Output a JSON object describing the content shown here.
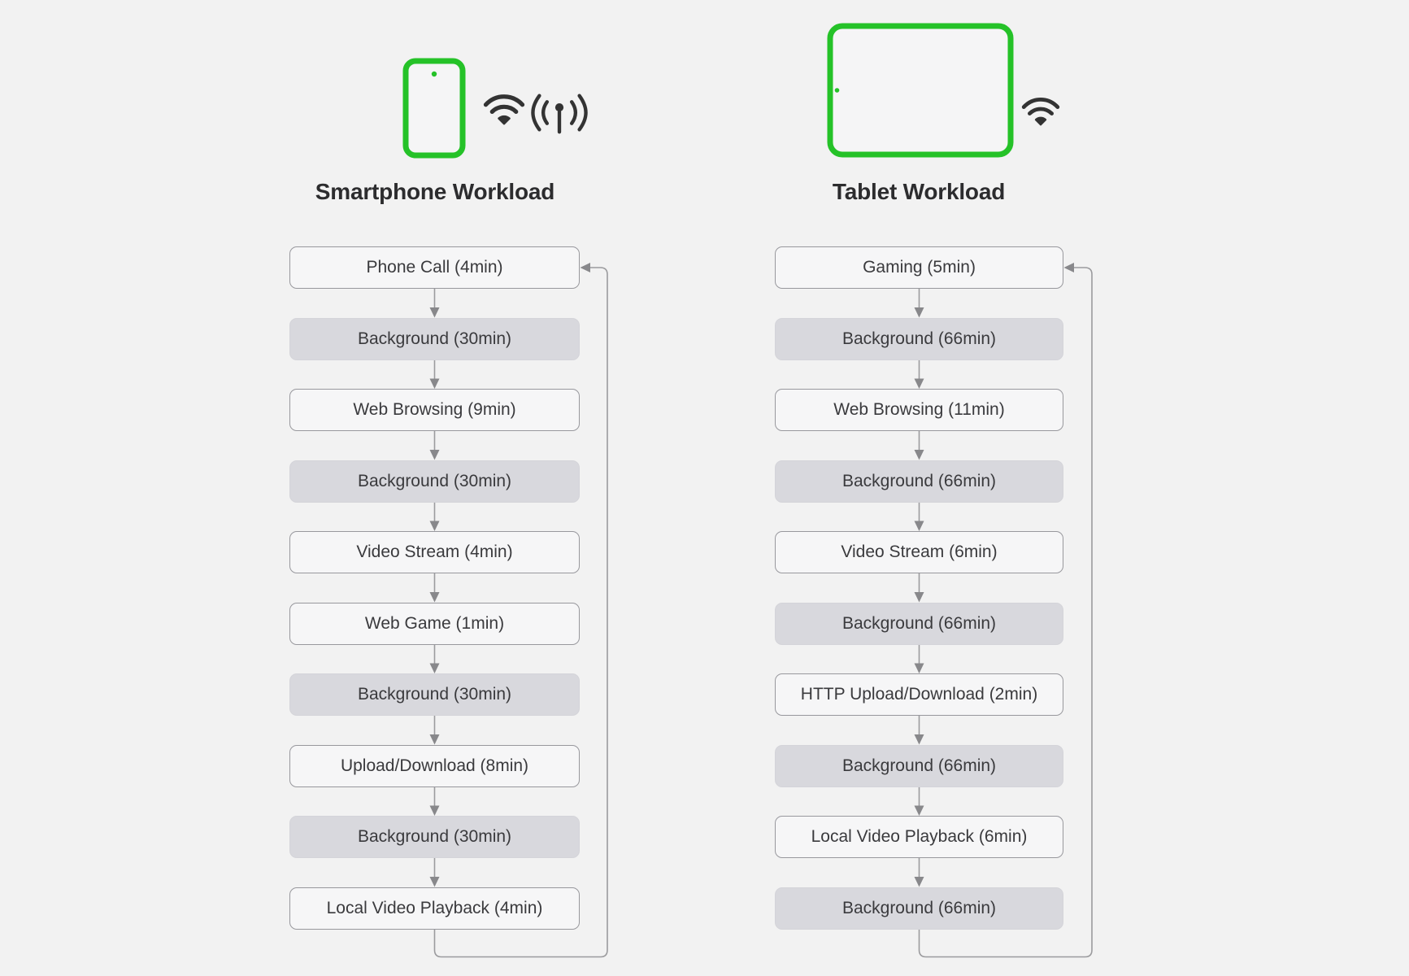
{
  "colors": {
    "page_background": "#f2f2f2",
    "device_outline_green": "#25c228",
    "task_node_fill": "#f6f6f7",
    "background_node_fill": "#d8d8dd",
    "node_border": "#98989d",
    "arrow": "#8a8a8d",
    "icon_dark": "#333333",
    "text": "#3a3a3d"
  },
  "columns": [
    {
      "device": "smartphone",
      "title": "Smartphone Workload",
      "connectivity_icons": [
        "wifi-icon",
        "cellular-signal-icon"
      ],
      "loops_back_to_first": true,
      "nodes": [
        {
          "label": "Phone Call (4min)",
          "type": "task"
        },
        {
          "label": "Background (30min)",
          "type": "background"
        },
        {
          "label": "Web Browsing (9min)",
          "type": "task"
        },
        {
          "label": "Background (30min)",
          "type": "background"
        },
        {
          "label": "Video Stream (4min)",
          "type": "task"
        },
        {
          "label": "Web Game (1min)",
          "type": "task"
        },
        {
          "label": "Background (30min)",
          "type": "background"
        },
        {
          "label": "Upload/Download (8min)",
          "type": "task"
        },
        {
          "label": "Background (30min)",
          "type": "background"
        },
        {
          "label": "Local Video Playback (4min)",
          "type": "task"
        }
      ]
    },
    {
      "device": "tablet",
      "title": "Tablet Workload",
      "connectivity_icons": [
        "wifi-icon"
      ],
      "loops_back_to_first": true,
      "nodes": [
        {
          "label": "Gaming (5min)",
          "type": "task"
        },
        {
          "label": "Background (66min)",
          "type": "background"
        },
        {
          "label": "Web Browsing (11min)",
          "type": "task"
        },
        {
          "label": "Background (66min)",
          "type": "background"
        },
        {
          "label": "Video Stream (6min)",
          "type": "task"
        },
        {
          "label": "Background (66min)",
          "type": "background"
        },
        {
          "label": "HTTP Upload/Download (2min)",
          "type": "task"
        },
        {
          "label": "Background (66min)",
          "type": "background"
        },
        {
          "label": "Local Video Playback (6min)",
          "type": "task"
        },
        {
          "label": "Background (66min)",
          "type": "background"
        }
      ]
    }
  ]
}
